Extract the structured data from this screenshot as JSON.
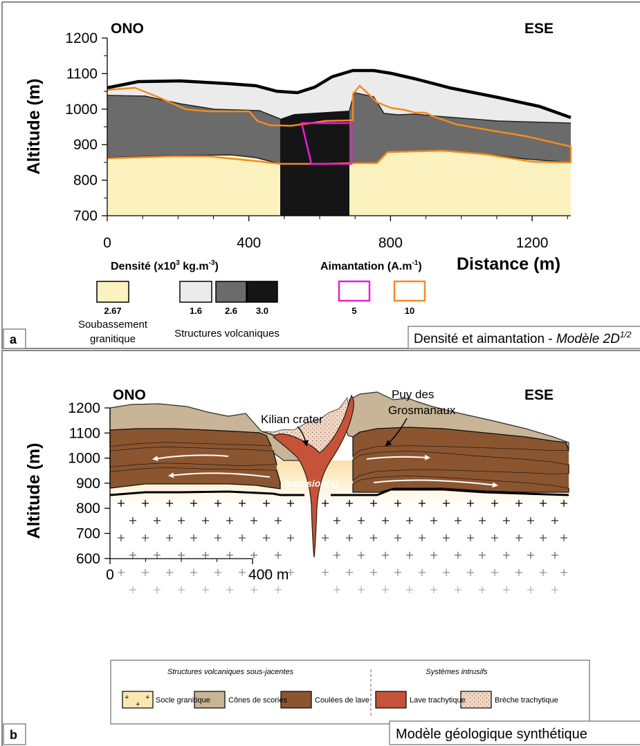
{
  "panel_a": {
    "letter": "a",
    "caption_main": "Densité et aimantation - ",
    "caption_model": "Modèle 2D",
    "caption_sup": "1/2",
    "y_axis_label": "Altitude (m)",
    "x_axis_label": "Distance (m)",
    "dir_left": "ONO",
    "dir_right": "ESE",
    "y_ticks": [
      "1200",
      "1100",
      "1000",
      "900",
      "800",
      "700"
    ],
    "x_ticks": [
      "0",
      "400",
      "800",
      "1200"
    ],
    "density_title_pre": "Densité (x10",
    "density_title_sup": "3",
    "density_title_post": " kg.m",
    "density_title_sup2": "-3",
    "density_title_end": ")",
    "magnet_title_pre": "Aimantation (A.m",
    "magnet_title_sup": "-1",
    "magnet_title_end": ")",
    "density_values": [
      "2.67",
      "1.6",
      "2.6",
      "3.0"
    ],
    "magnet_values": [
      "5",
      "10"
    ],
    "basement_label_1": "Soubassement",
    "basement_label_2": "granitique",
    "volcanic_label": "Structures volcaniques",
    "colors": {
      "granite": "#fbf2bf",
      "light": "#ebebeb",
      "mid": "#6b6b6b",
      "dark": "#151515",
      "magenta": "#ee1bd7",
      "orange": "#f58a1f"
    }
  },
  "panel_b": {
    "letter": "b",
    "caption": "Modèle géologique synthétique",
    "y_axis_label": "Altitude (m)",
    "dir_left": "ONO",
    "dir_right": "ESE",
    "y_ticks": [
      "1200",
      "1100",
      "1000",
      "900",
      "800",
      "700",
      "600"
    ],
    "x_ticks": [
      "0",
      "400 m"
    ],
    "annotation_crater": "Kilian crater",
    "annotation_puy_1": "Puy des",
    "annotation_puy_2": "Grosmanaux",
    "intrusion_label": "Intrusion(s)",
    "legend_group_1": "Structures volcaniques sous-jacentes",
    "legend_group_2": "Systèmes intrusifs",
    "legend_items": [
      "Socle granitique",
      "Cônes de scories",
      "Coulées de lave",
      "Lave trachytique",
      "Brèche trachytique"
    ],
    "colors": {
      "cone": "#c8b496",
      "lava": "#8b5530",
      "trachyte": "#c4533a",
      "breccia": "#f1d8c6",
      "socle": "#fbe7b2"
    }
  }
}
